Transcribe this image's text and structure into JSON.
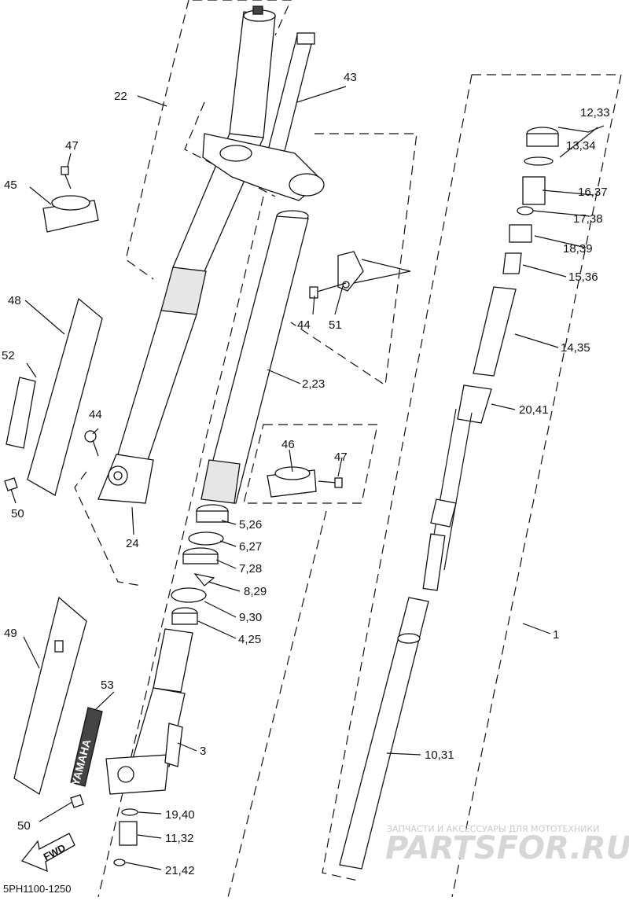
{
  "diagram_code": "5PH1100-1250",
  "fwd_label": "FWD",
  "brand_decal_text": "YAMAHA",
  "watermark": {
    "tagline": "ЗАПЧАСТИ И АКСЕССУАРЫ ДЛЯ МОТОТЕХНИКИ",
    "brand": "PARTSFOR.RU"
  },
  "callouts": [
    {
      "id": "c1",
      "label": "1"
    },
    {
      "id": "c2",
      "label": "2,23"
    },
    {
      "id": "c3",
      "label": "3"
    },
    {
      "id": "c4",
      "label": "4,25"
    },
    {
      "id": "c5",
      "label": "5,26"
    },
    {
      "id": "c6",
      "label": "6,27"
    },
    {
      "id": "c7",
      "label": "7,28"
    },
    {
      "id": "c8",
      "label": "8,29"
    },
    {
      "id": "c9",
      "label": "9,30"
    },
    {
      "id": "c10",
      "label": "10,31"
    },
    {
      "id": "c11",
      "label": "11,32"
    },
    {
      "id": "c12",
      "label": "12,33"
    },
    {
      "id": "c13",
      "label": "13,34"
    },
    {
      "id": "c14",
      "label": "14,35"
    },
    {
      "id": "c15",
      "label": "15,36"
    },
    {
      "id": "c16",
      "label": "16,37"
    },
    {
      "id": "c17",
      "label": "17,38"
    },
    {
      "id": "c18",
      "label": "18,39"
    },
    {
      "id": "c19",
      "label": "19,40"
    },
    {
      "id": "c20",
      "label": "20,41"
    },
    {
      "id": "c21",
      "label": "21,42"
    },
    {
      "id": "c22",
      "label": "22"
    },
    {
      "id": "c24",
      "label": "24"
    },
    {
      "id": "c43",
      "label": "43"
    },
    {
      "id": "c44a",
      "label": "44"
    },
    {
      "id": "c44b",
      "label": "44"
    },
    {
      "id": "c45",
      "label": "45"
    },
    {
      "id": "c46",
      "label": "46"
    },
    {
      "id": "c47a",
      "label": "47"
    },
    {
      "id": "c47b",
      "label": "47"
    },
    {
      "id": "c48",
      "label": "48"
    },
    {
      "id": "c49",
      "label": "49"
    },
    {
      "id": "c50a",
      "label": "50"
    },
    {
      "id": "c50b",
      "label": "50"
    },
    {
      "id": "c51",
      "label": "51"
    },
    {
      "id": "c52",
      "label": "52"
    },
    {
      "id": "c53",
      "label": "53"
    }
  ]
}
